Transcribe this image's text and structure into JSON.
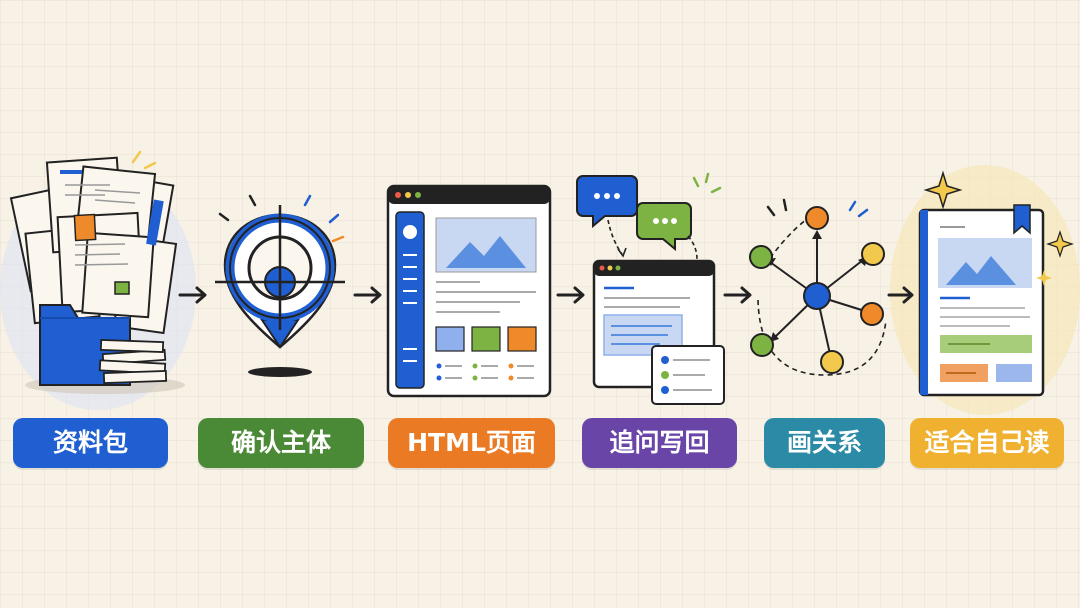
{
  "steps": [
    {
      "label": "资料包",
      "color": "#1f5fd1"
    },
    {
      "label": "确认主体",
      "color": "#4a8a36"
    },
    {
      "label": "HTML页面",
      "color": "#ea7a24"
    },
    {
      "label": "追问写回",
      "color": "#6a45a8"
    },
    {
      "label": "画关系",
      "color": "#2b8aa6"
    },
    {
      "label": "适合自己读",
      "color": "#f0b030"
    }
  ],
  "palette": {
    "blue": "#1f5fd1",
    "green": "#7cb342",
    "orange": "#ee8a2a",
    "yellow": "#f2c94c",
    "ink": "#222222",
    "paper": "#fbf7ee"
  }
}
